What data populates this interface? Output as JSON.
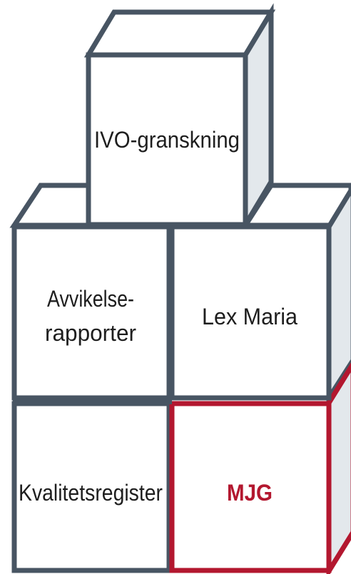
{
  "boxes": {
    "top": {
      "label": "IVO-granskning"
    },
    "middle_left": {
      "label_line1": "Avvikelse-",
      "label_line2": "rapporter"
    },
    "middle_right": {
      "label": "Lex Maria"
    },
    "bottom_left": {
      "label": "Kvalitetsregister"
    },
    "bottom_right": {
      "label": "MJG"
    }
  },
  "colors": {
    "outline": "#485563",
    "side_face": "#e3e8ec",
    "top_face": "#ffffff",
    "front_face": "#ffffff",
    "highlight": "#b3172f",
    "text": "#1e1e1e"
  }
}
